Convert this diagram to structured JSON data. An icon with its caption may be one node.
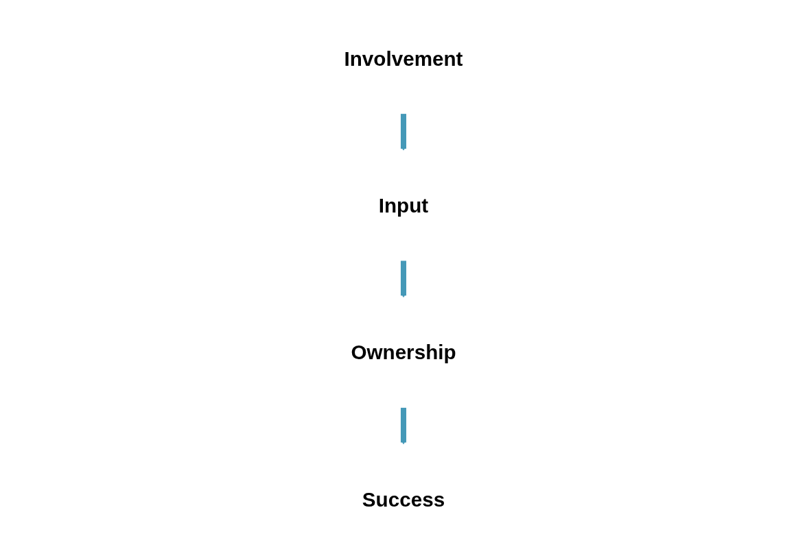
{
  "diagram": {
    "nodes": [
      {
        "text": [
          "Involvement"
        ]
      },
      {
        "text": [
          "Input"
        ]
      },
      {
        "text": [
          "Ownership"
        ]
      },
      {
        "text": [
          "Success"
        ]
      }
    ],
    "edges": [
      {
        "from": 0,
        "to": 1,
        "arrow": "to"
      },
      {
        "from": 1,
        "to": 2,
        "arrow": "to"
      },
      {
        "from": 2,
        "to": 3,
        "arrow": "to"
      }
    ]
  }
}
